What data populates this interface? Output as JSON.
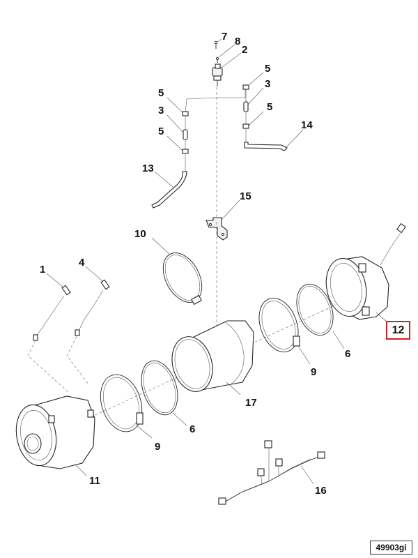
{
  "callouts": {
    "c7": "7",
    "c8": "8",
    "c2": "2",
    "c5a": "5",
    "c3a": "3",
    "c5b": "5",
    "c5c": "5",
    "c3b": "3",
    "c5d": "5",
    "c14": "14",
    "c13": "13",
    "c15": "15",
    "c10": "10",
    "c1": "1",
    "c4": "4",
    "c12": "12",
    "c6a": "6",
    "c9a": "9",
    "c17": "17",
    "c6b": "6",
    "c9b": "9",
    "c11": "11",
    "c16": "16"
  },
  "reference_code": "49903gi",
  "highlight_color": "#d21f1f"
}
